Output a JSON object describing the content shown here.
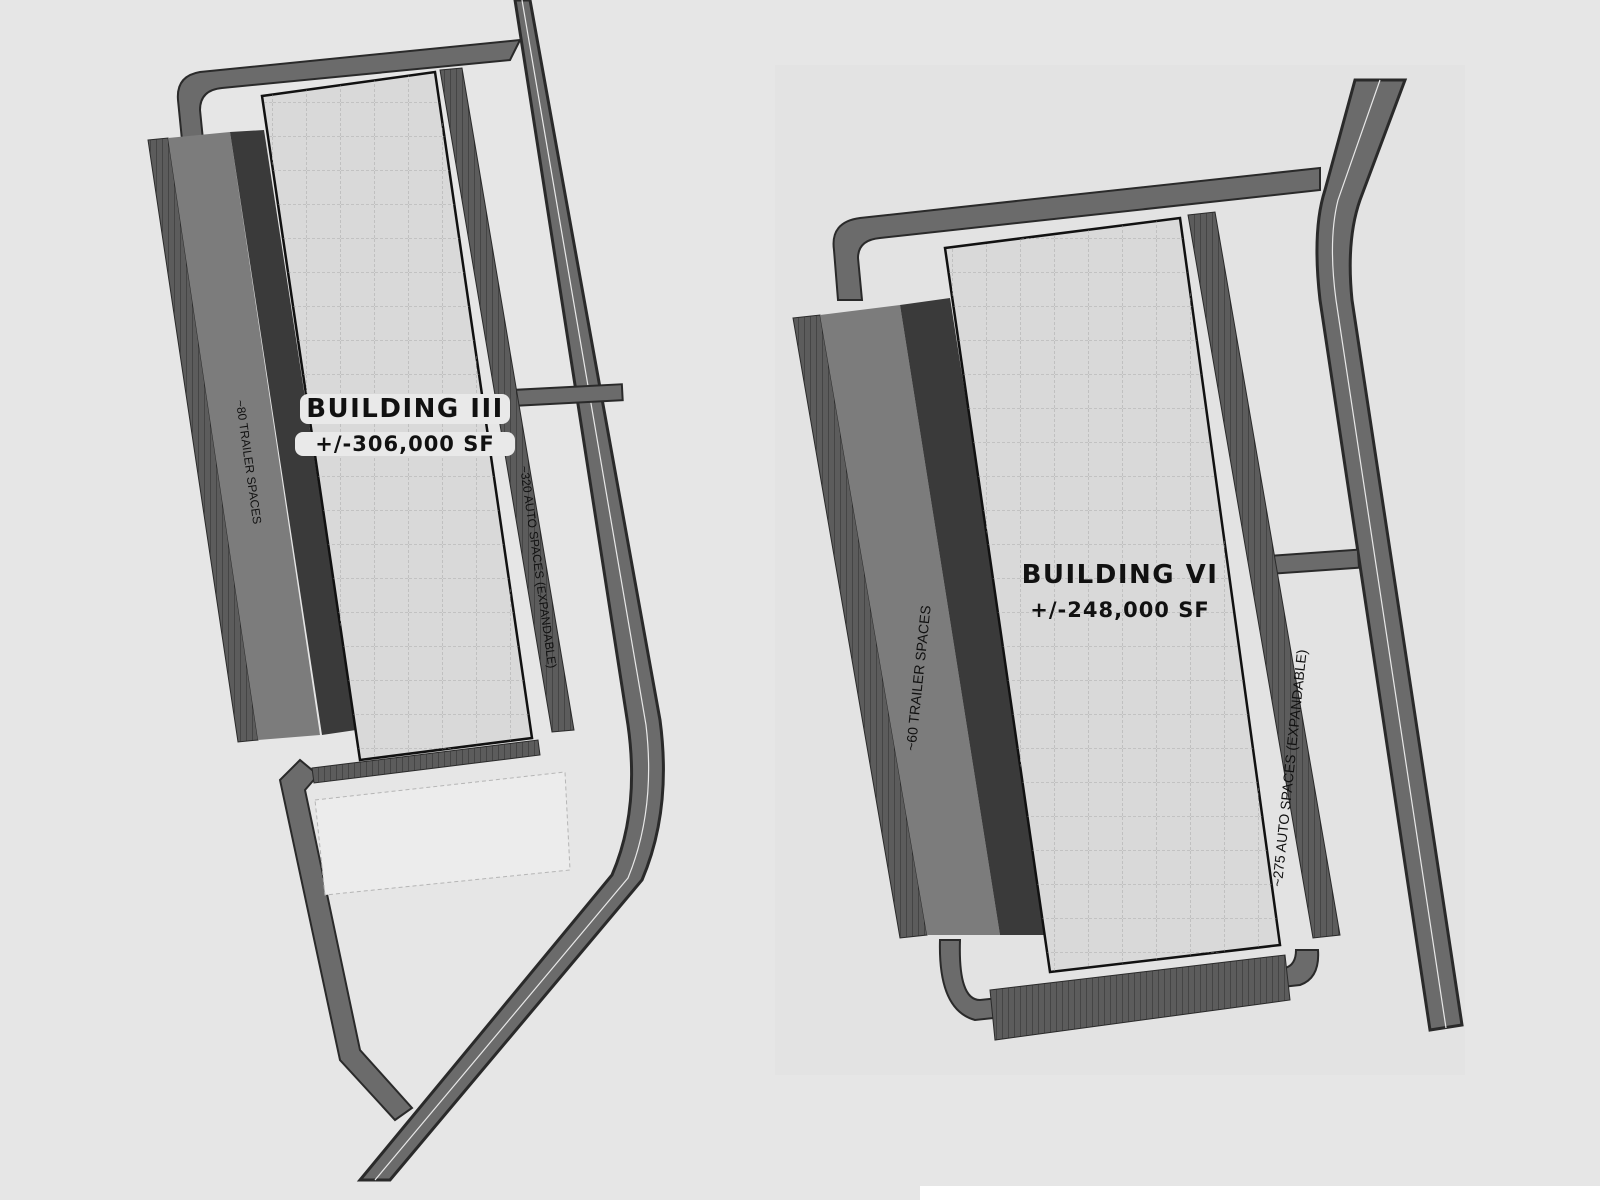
{
  "buildings": {
    "b3": {
      "title": "BUILDING III",
      "area": "+/-306,000 SF",
      "trailer_label": "~80 TRAILER SPACES",
      "auto_label": "~320 AUTO SPACES (EXPANDABLE)"
    },
    "b6": {
      "title": "BUILDING VI",
      "area": "+/-248,000 SF",
      "trailer_label": "~60 TRAILER SPACES",
      "auto_label": "~275 AUTO SPACES (EXPANDABLE)"
    }
  },
  "colors": {
    "background": "#e6e6e6",
    "road": "#6e6e6e",
    "road_edge": "#2b2b2b",
    "roof": "#dcdcdc",
    "dock": "#3a3a3a",
    "truck_court": "#7a7a7a",
    "parking": "#5a5a5a"
  }
}
